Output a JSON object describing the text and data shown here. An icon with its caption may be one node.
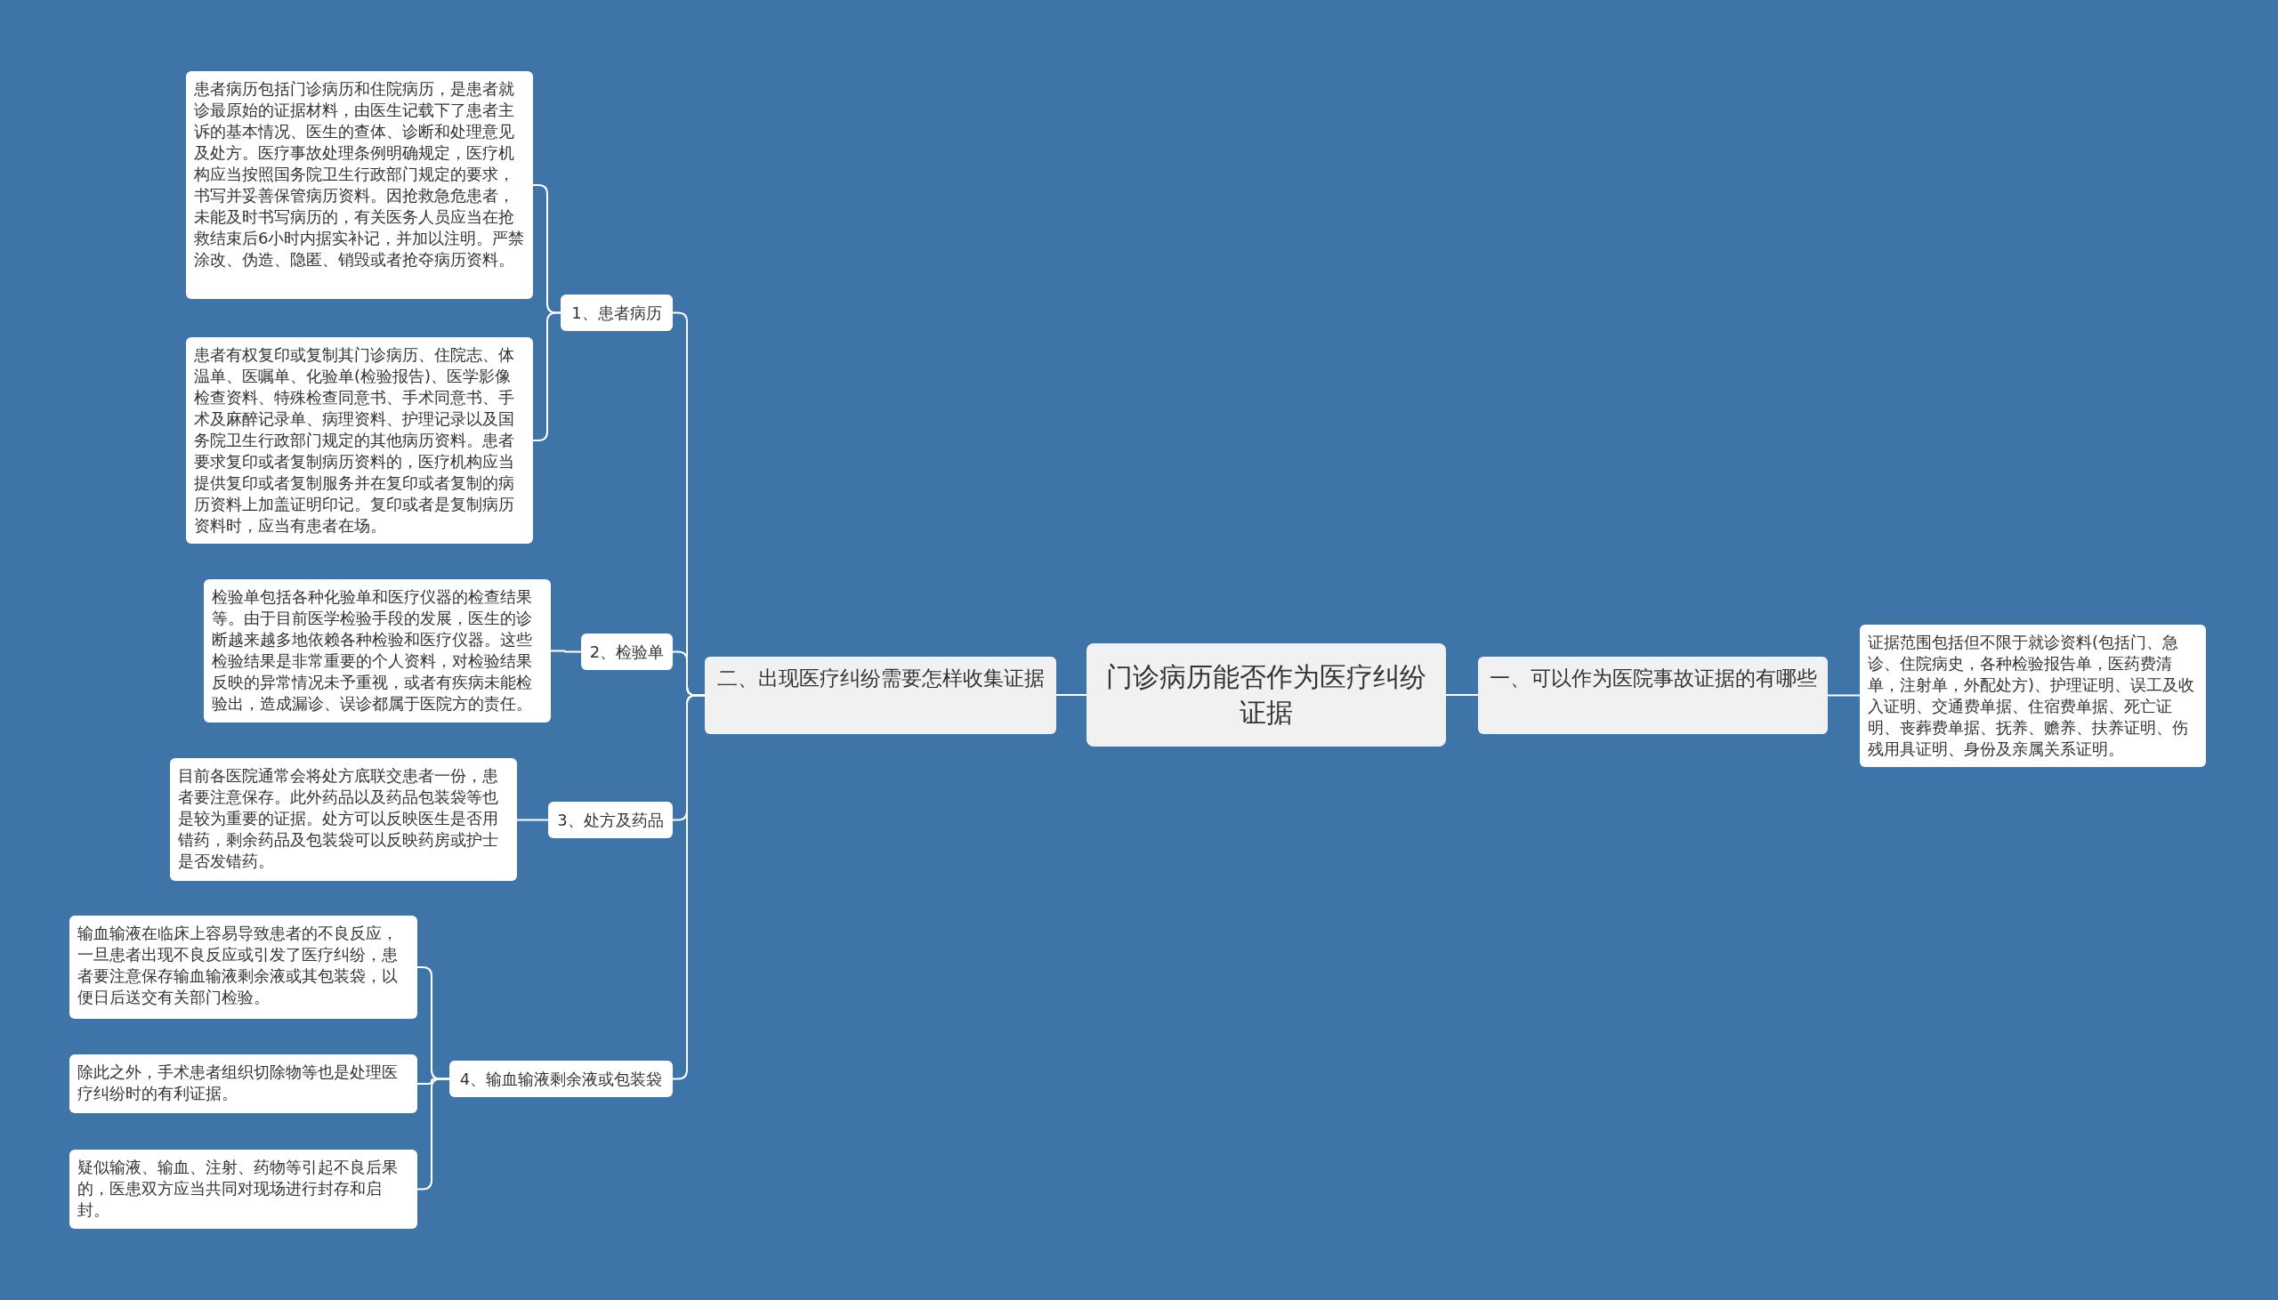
{
  "diagram": {
    "nodes": [
      {
        "text": [
          "门诊病历能否作为医疗纠纷证据"
        ]
      },
      {
        "text": [
          "一、可以作为医院事故证据的有哪些"
        ]
      },
      {
        "text": [
          "证据范围包括但不限于就诊资料(包括门、急诊、住院病史，各种检验报告单，医药费清单，注射单，外配处方)、护理证明、误工及收入证明、交通费单据、住宿费单据、死亡证明、丧葬费单据、抚养、赡养、扶养证明、伤残用具证明、身份及亲属关系证明。"
        ]
      },
      {
        "text": [
          "二、出现医疗纠纷需要怎样收集证据"
        ]
      },
      {
        "text": [
          "1、患者病历"
        ]
      },
      {
        "text": [
          "患者病历包括门诊病历和住院病历，是患者就诊最原始的证据材料，由医生记载下了患者主诉的基本情况、医生的查体、诊断和处理意见及处方。医疗事故处理条例明确规定，医疗机构应当按照国务院卫生行政部门规定的要求，书写并妥善保管病历资料。因抢救急危患者，未能及时书写病历的，有关医务人员应当在抢救结束后6小时内据实补记，并加以注明。严禁涂改、伪造、隐匿、销毁或者抢夺病历资料。"
        ]
      },
      {
        "text": [
          "患者有权复印或复制其门诊病历、住院志、体温单、医嘱单、化验单(检验报告)、医学影像检查资料、特殊检查同意书、手术同意书、手术及麻醉记录单、病理资料、护理记录以及国务院卫生行政部门规定的其他病历资料。患者要求复印或者复制病历资料的，医疗机构应当提供复印或者复制服务并在复印或者复制的病历资料上加盖证明印记。复印或者是复制病历资料时，应当有患者在场。"
        ]
      },
      {
        "text": [
          "2、检验单"
        ]
      },
      {
        "text": [
          "检验单包括各种化验单和医疗仪器的检查结果等。由于目前医学检验手段的发展，医生的诊断越来越多地依赖各种检验和医疗仪器。这些检验结果是非常重要的个人资料，对检验结果反映的异常情况未予重视，或者有疾病未能检验出，造成漏诊、误诊都属于医院方的责任。"
        ]
      },
      {
        "text": [
          "3、处方及药品"
        ]
      },
      {
        "text": [
          "目前各医院通常会将处方底联交患者一份，患者要注意保存。此外药品以及药品包装袋等也是较为重要的证据。处方可以反映医生是否用错药，剩余药品及包装袋可以反映药房或护士是否发错药。"
        ]
      },
      {
        "text": [
          "4、输血输液剩余液或包装袋"
        ]
      },
      {
        "text": [
          "输血输液在临床上容易导致患者的不良反应，一旦患者出现不良反应或引发了医疗纠纷，患者要注意保存输血输液剩余液或其包装袋，以便日后送交有关部门检验。"
        ]
      },
      {
        "text": [
          "除此之外，手术患者组织切除物等也是处理医疗纠纷时的有利证据。"
        ]
      },
      {
        "text": [
          "疑似输液、输血、注射、药物等引起不良后果的，医患双方应当共同对现场进行封存和启封。"
        ]
      }
    ],
    "edges": [
      {
        "from": 0,
        "to": 1,
        "arrow": "none"
      },
      {
        "from": 1,
        "to": 2,
        "arrow": "none"
      },
      {
        "from": 0,
        "to": 3,
        "arrow": "none"
      },
      {
        "from": 3,
        "to": 4,
        "arrow": "none"
      },
      {
        "from": 4,
        "to": 5,
        "arrow": "none"
      },
      {
        "from": 4,
        "to": 6,
        "arrow": "none"
      },
      {
        "from": 3,
        "to": 7,
        "arrow": "none"
      },
      {
        "from": 7,
        "to": 8,
        "arrow": "none"
      },
      {
        "from": 3,
        "to": 9,
        "arrow": "none"
      },
      {
        "from": 9,
        "to": 10,
        "arrow": "none"
      },
      {
        "from": 3,
        "to": 11,
        "arrow": "none"
      },
      {
        "from": 11,
        "to": 12,
        "arrow": "none"
      },
      {
        "from": 11,
        "to": 13,
        "arrow": "none"
      },
      {
        "from": 11,
        "to": 14,
        "arrow": "none"
      }
    ]
  }
}
